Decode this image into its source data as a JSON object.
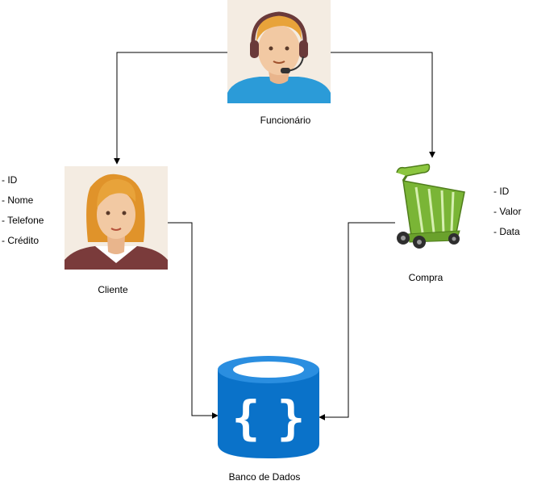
{
  "nodes": {
    "funcionario": {
      "label": "Funcionário",
      "icon": "customer-support-agent-icon"
    },
    "cliente": {
      "label": "Cliente",
      "icon": "female-user-avatar-icon",
      "attributes": [
        "- ID",
        "- Nome",
        "- Telefone",
        "- Crédito"
      ]
    },
    "compra": {
      "label": "Compra",
      "icon": "shopping-cart-icon",
      "attributes": [
        "- ID",
        "- Valor",
        "- Data"
      ]
    },
    "banco": {
      "label": "Banco de Dados",
      "icon": "json-database-icon"
    }
  },
  "edges": [
    {
      "from": "Funcionário",
      "to": "Cliente"
    },
    {
      "from": "Funcionário",
      "to": "Compra"
    },
    {
      "from": "Cliente",
      "to": "Banco de Dados"
    },
    {
      "from": "Compra",
      "to": "Banco de Dados"
    }
  ],
  "colors": {
    "agent_background": "#f4ece2",
    "agent_shirt": "#2b9bd8",
    "client_shirt": "#7a3b3b",
    "hair_blonde": "#e8a33a",
    "skin": "#f2c9a3",
    "cart_green": "#7ab536",
    "database_blue": "#0a72c9"
  }
}
